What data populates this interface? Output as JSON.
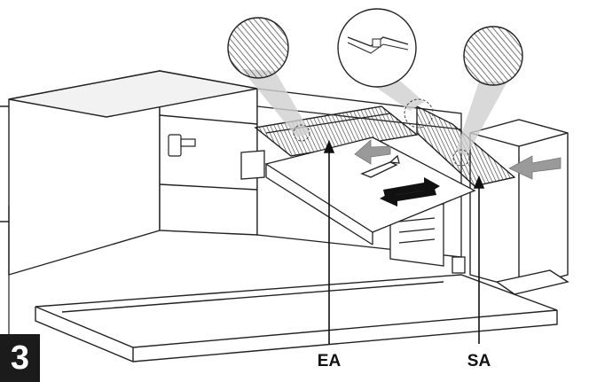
{
  "step_number": "3",
  "labels": {
    "ea": "EA",
    "sa": "SA"
  },
  "colors": {
    "line": "#222222",
    "arrow_fill": "#9a9a9a",
    "hatch": "#555555",
    "step_box": "#1b1b1b"
  },
  "icons": [
    "airflow-arrow",
    "slide-arrows",
    "hand-icon",
    "magnify-callout"
  ]
}
